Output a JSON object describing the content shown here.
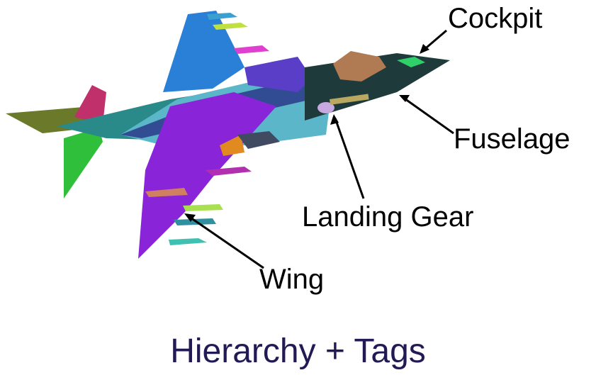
{
  "labels": {
    "cockpit": "Cockpit",
    "fuselage": "Fuselage",
    "landing_gear": "Landing Gear",
    "wing": "Wing"
  },
  "title": "Hierarchy + Tags",
  "colors": {
    "title": "#221a55",
    "label": "#000000",
    "fuselage_dark": "#1f3a3a",
    "fuselage_light": "#5ab6c8",
    "wing": "#8a24d8",
    "tail_upper": "#2a7fd6",
    "canopy": "#b07a52",
    "tail_fin_magenta": "#c0306a",
    "tail_fin_green": "#2fbf3a"
  }
}
